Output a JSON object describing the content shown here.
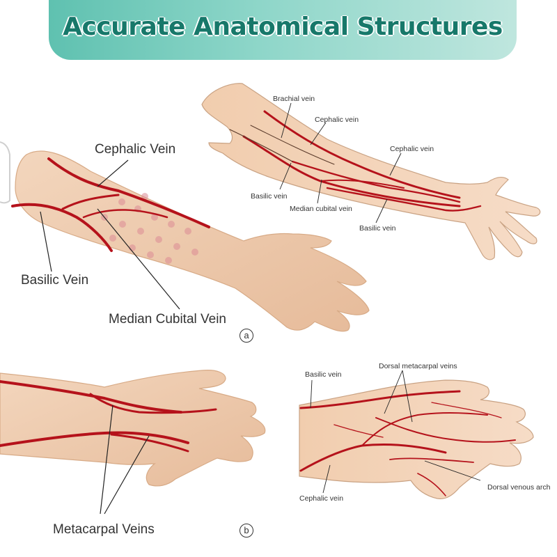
{
  "title": "Accurate Anatomical Structures",
  "panel_a": {
    "marker": "a",
    "labels": {
      "cephalic": "Cephalic Vein",
      "basilic": "Basilic Vein",
      "median_cubital": "Median Cubital Vein"
    }
  },
  "panel_b": {
    "marker": "b",
    "labels": {
      "metacarpal": "Metacarpal Veins"
    }
  },
  "arm_diagram": {
    "labels": {
      "brachial": "Brachial vein",
      "cephalic_upper": "Cephalic vein",
      "cephalic_lower": "Cephalic vein",
      "basilic_upper": "Basilic vein",
      "median_cubital": "Median cubital vein",
      "basilic_lower": "Basilic vein"
    }
  },
  "hand_diagram": {
    "labels": {
      "basilic": "Basilic vein",
      "dorsal_metacarpal": "Dorsal metacarpal veins",
      "dorsal_venous_arch": "Dorsal venous arch",
      "cephalic": "Cephalic vein"
    }
  },
  "colors": {
    "banner": "#5fc1b0",
    "title": "#17786a",
    "skin": "#f2d0b4",
    "vein": "#b5121b"
  }
}
